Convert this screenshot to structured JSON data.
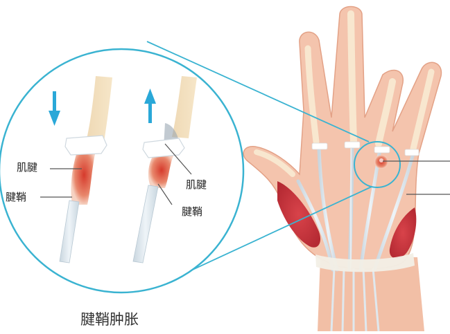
{
  "labels": {
    "left_tendon": "肌腱",
    "left_sheath": "腱鞘",
    "right_tendon": "肌腱",
    "right_sheath": "腱鞘"
  },
  "caption": "腱鞘肿胀",
  "colors": {
    "circle_stroke": "#3ab3d1",
    "arrow": "#2aa8d8",
    "skin": "#f4c4ad",
    "skin_shadow": "#eaa98f",
    "tendon": "#dde7ee",
    "muscle": "#c9333b",
    "inflamed": "#d94a3a",
    "sheath_band": "#ffffff"
  },
  "icons": {
    "left_arrow": "arrow-down-icon",
    "right_arrow": "arrow-up-icon"
  }
}
